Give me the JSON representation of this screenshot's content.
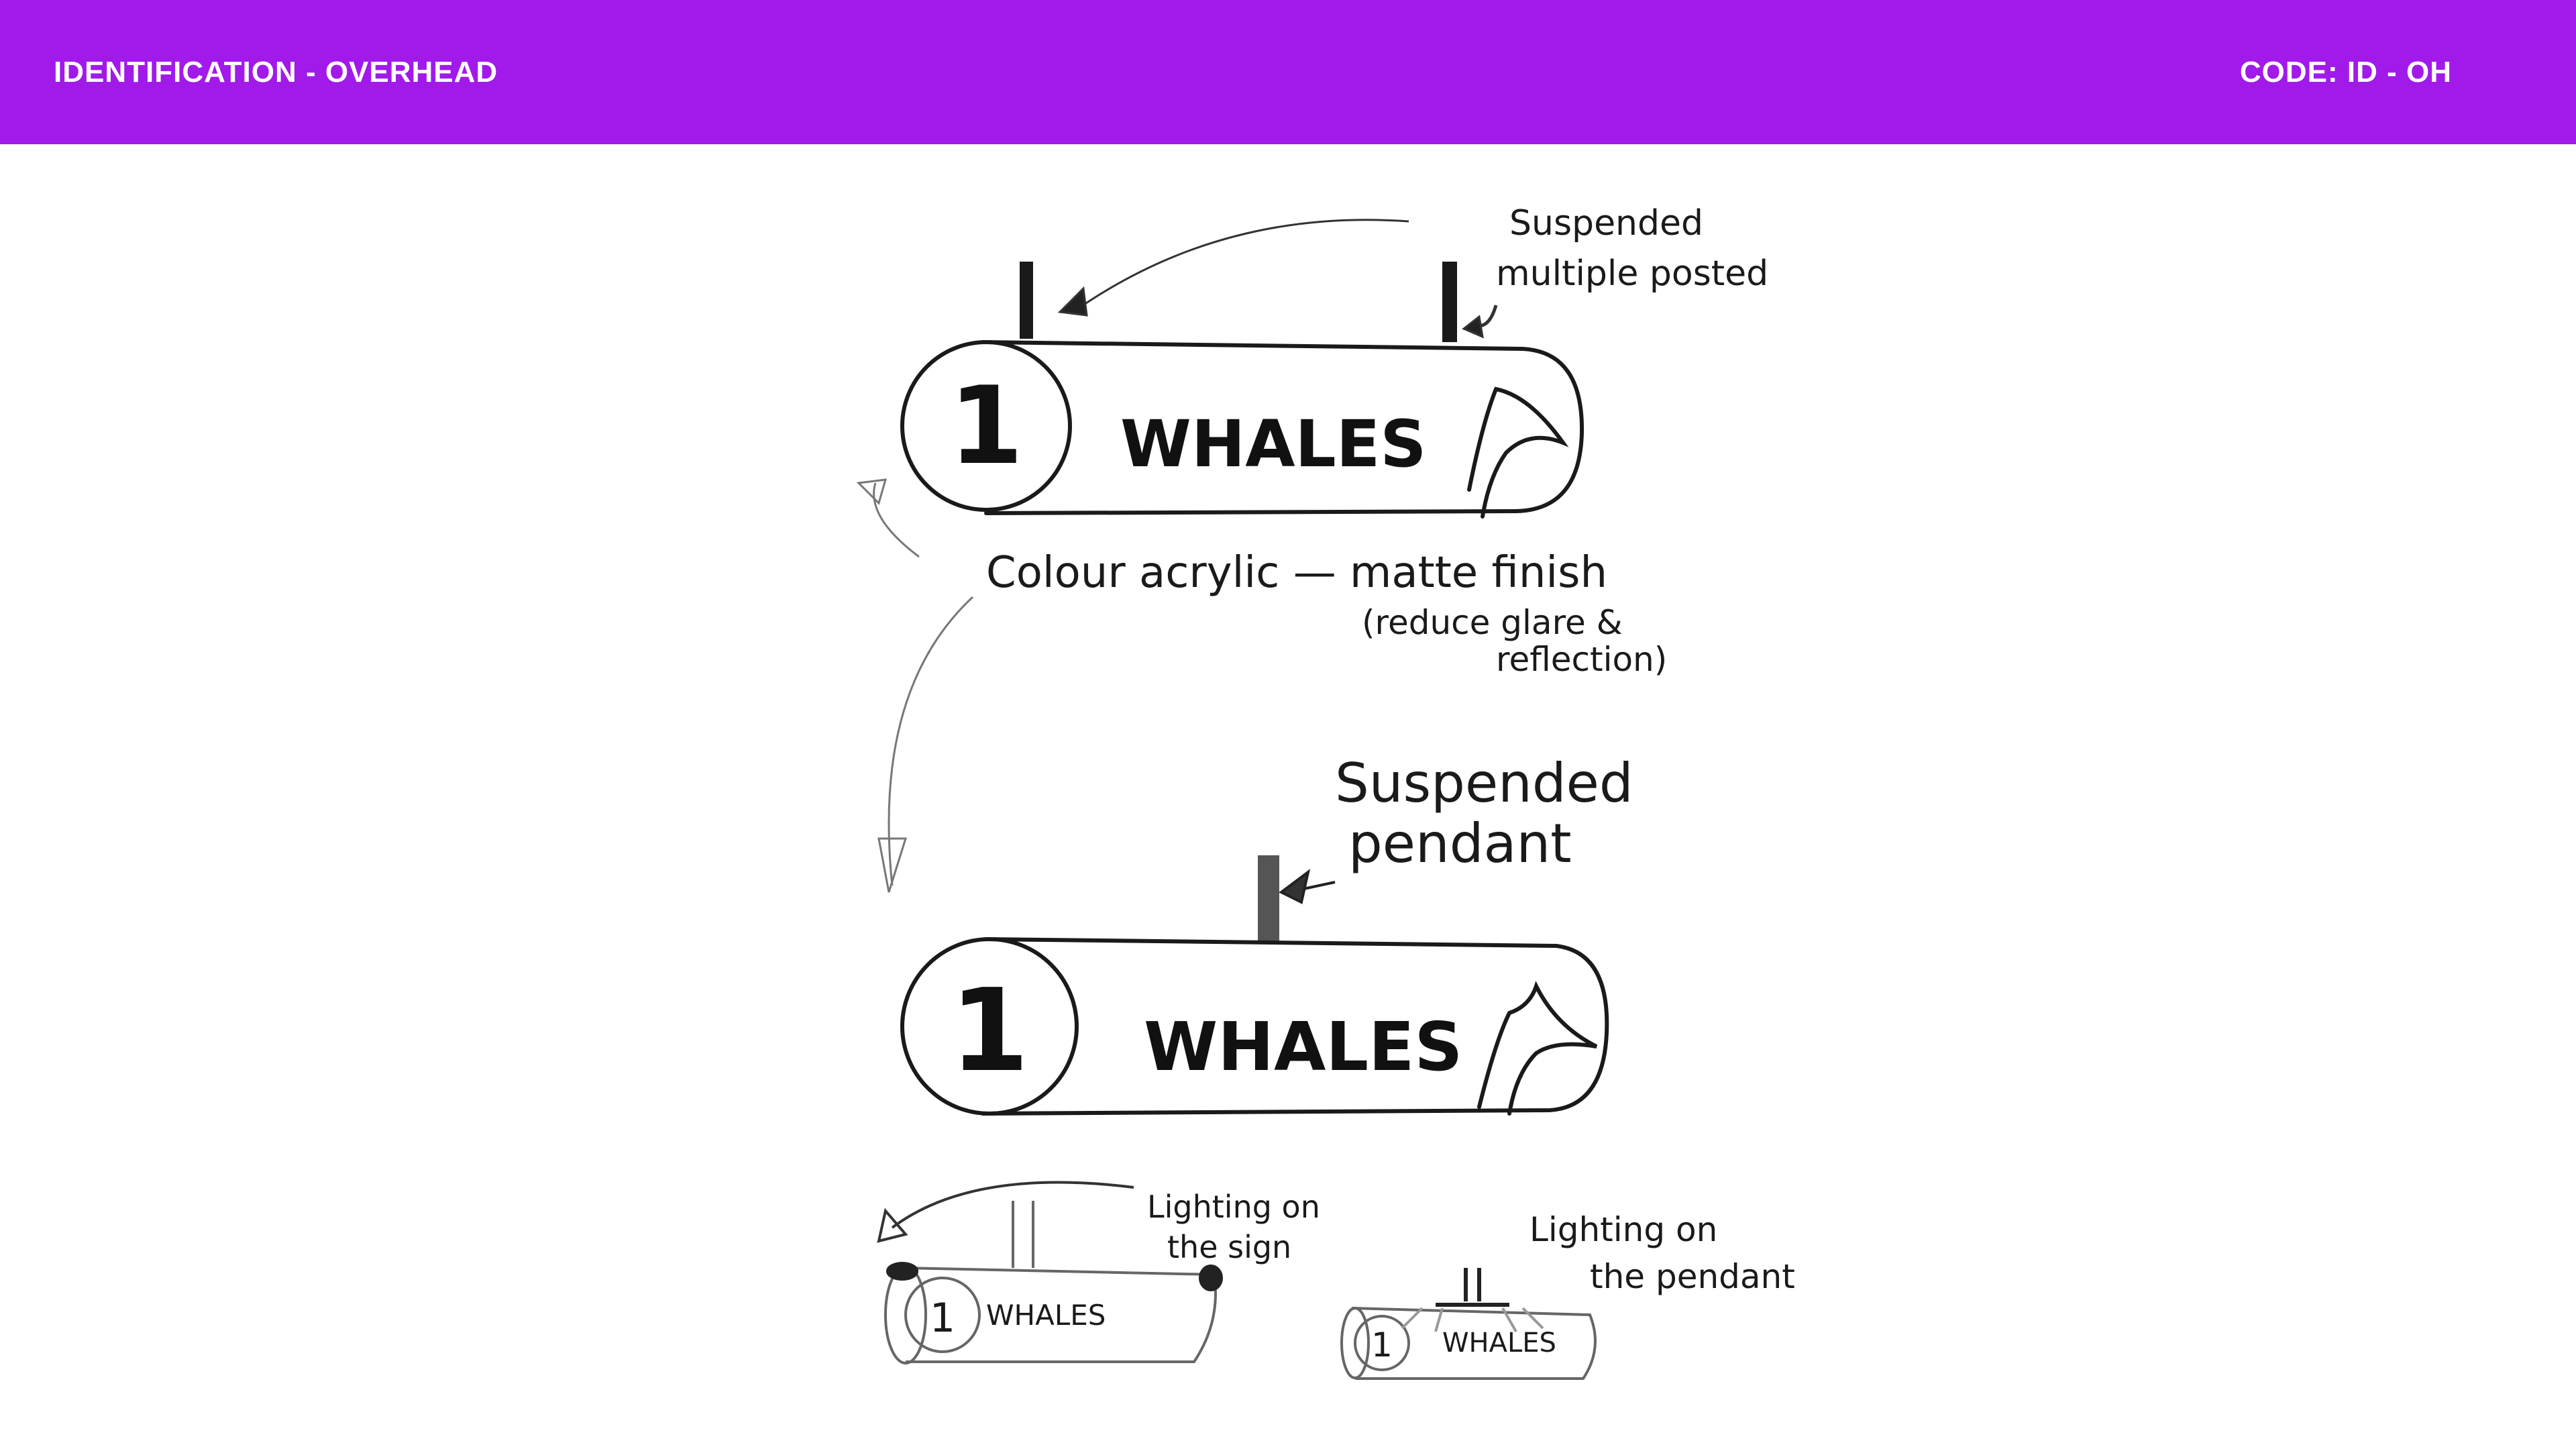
{
  "header": {
    "title": "IDENTIFICATION - OVERHEAD",
    "code": "CODE: ID - OH",
    "background": "#a11aea"
  },
  "sketch": {
    "sign_number": "1",
    "sign_label": "WHALES",
    "note_multiple_posted": [
      "Suspended",
      "multiple posted"
    ],
    "note_material": "Colour acrylic — matte finish",
    "note_material_detail": [
      "(reduce glare &",
      "reflection)"
    ],
    "note_pendant": [
      "Suspended",
      "pendant"
    ],
    "note_lighting_sign": [
      "Lighting on",
      "the sign"
    ],
    "note_lighting_pendant": [
      "Lighting on",
      "the pendant"
    ]
  }
}
